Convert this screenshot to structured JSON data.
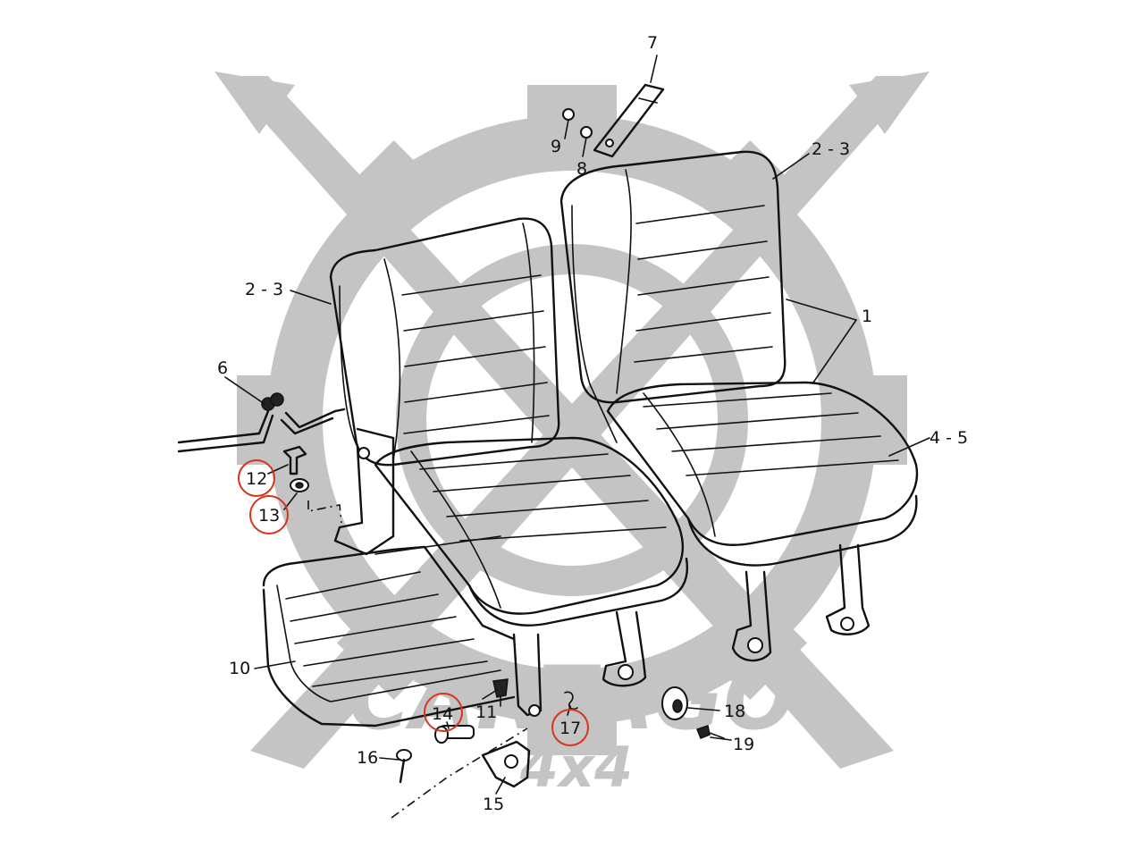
{
  "watermark": {
    "brand": "CARTAGO",
    "suffix": "4x4",
    "color": "#c4c4c4"
  },
  "highlight_color": "#d9331e",
  "callouts": {
    "c1": "1",
    "c2_3_left": "2 - 3",
    "c2_3_right": "2 - 3",
    "c4_5": "4 - 5",
    "c6": "6",
    "c7": "7",
    "c8": "8",
    "c9": "9",
    "c10": "10",
    "c11": "11",
    "c12": "12",
    "c13": "13",
    "c14": "14",
    "c15": "15",
    "c16": "16",
    "c17": "17",
    "c18": "18",
    "c19": "19"
  },
  "highlighted_parts": [
    "12",
    "13",
    "14",
    "17"
  ]
}
